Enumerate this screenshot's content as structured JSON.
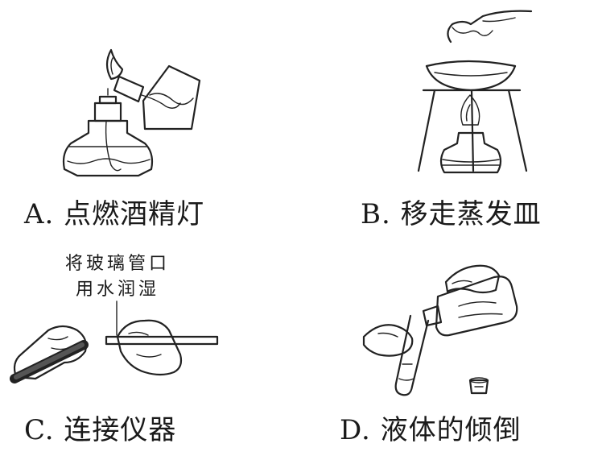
{
  "panels": [
    {
      "id": "A",
      "caption": "A. 点燃酒精灯"
    },
    {
      "id": "B",
      "caption": "B. 移走蒸发皿"
    },
    {
      "id": "C",
      "caption": "C. 连接仪器",
      "note_lines": [
        "将玻璃管口",
        "用水润湿"
      ]
    },
    {
      "id": "D",
      "caption": "D. 液体的倾倒"
    }
  ]
}
